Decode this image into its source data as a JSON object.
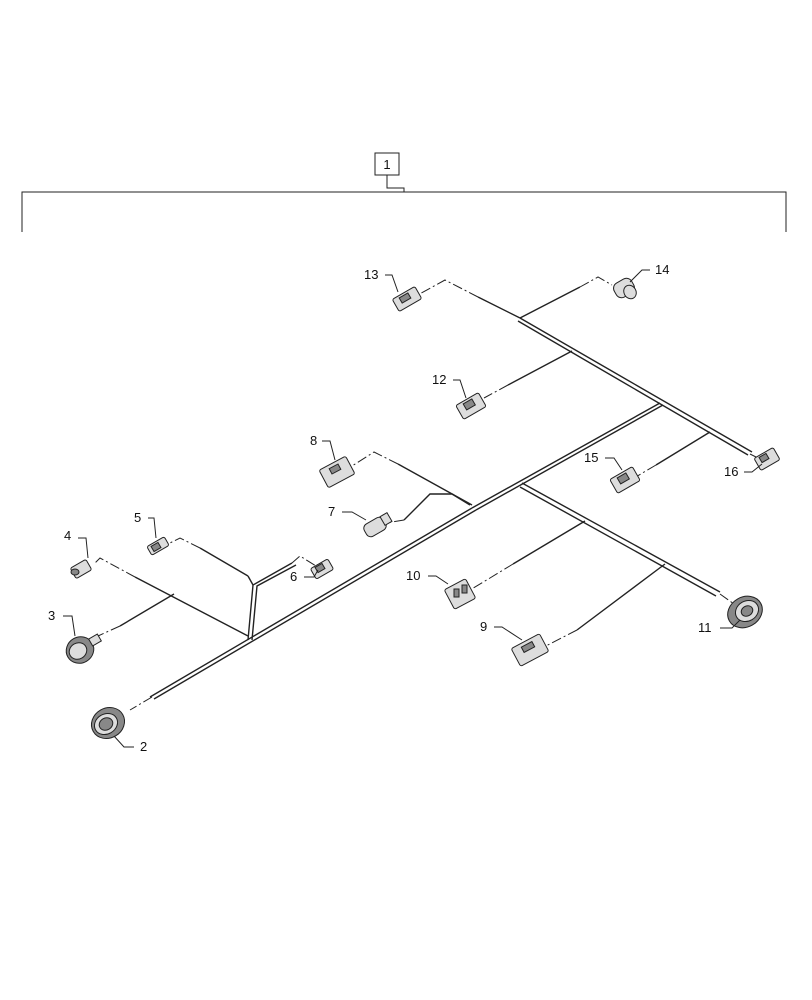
{
  "assembly": {
    "label": "1"
  },
  "callouts": [
    {
      "id": "c2",
      "text": "2"
    },
    {
      "id": "c3",
      "text": "3"
    },
    {
      "id": "c4",
      "text": "4"
    },
    {
      "id": "c5",
      "text": "5"
    },
    {
      "id": "c6",
      "text": "6"
    },
    {
      "id": "c7",
      "text": "7"
    },
    {
      "id": "c8",
      "text": "8"
    },
    {
      "id": "c9",
      "text": "9"
    },
    {
      "id": "c10",
      "text": "10"
    },
    {
      "id": "c11",
      "text": "11"
    },
    {
      "id": "c12",
      "text": "12"
    },
    {
      "id": "c13",
      "text": "13"
    },
    {
      "id": "c14",
      "text": "14"
    },
    {
      "id": "c15",
      "text": "15"
    },
    {
      "id": "c16",
      "text": "16"
    }
  ]
}
